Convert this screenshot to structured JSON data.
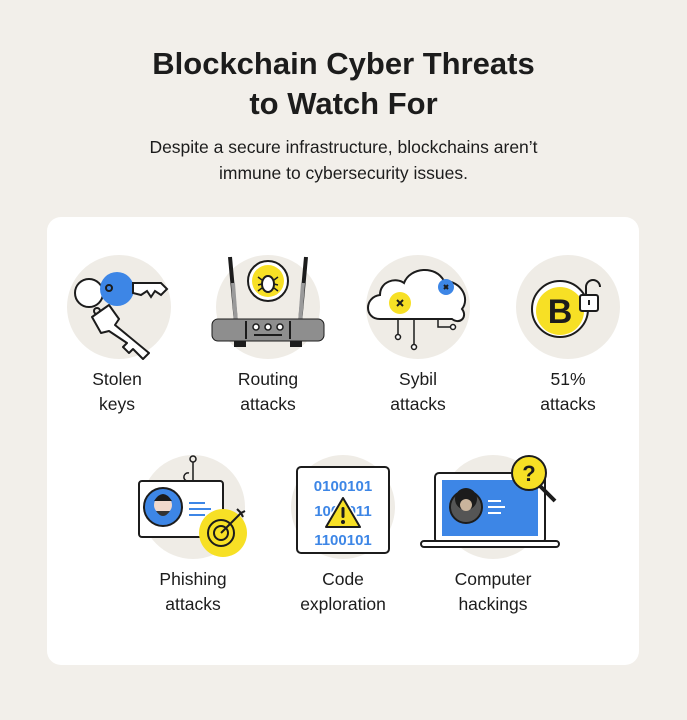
{
  "header": {
    "title_line1": "Blockchain Cyber Threats",
    "title_line2": "to Watch For",
    "subtitle_line1": "Despite a secure infrastructure, blockchains aren’t",
    "subtitle_line2": "immune to cybersecurity issues."
  },
  "colors": {
    "background": "#f2efea",
    "card": "#ffffff",
    "blue": "#3d86e6",
    "yellow": "#f7e025",
    "circle": "#efece6",
    "gray": "#8e8e8e"
  },
  "threats": [
    {
      "line1": "Stolen",
      "line2": "keys",
      "icon": "key-icon"
    },
    {
      "line1": "Routing",
      "line2": "attacks",
      "icon": "router-bug-icon"
    },
    {
      "line1": "Sybil",
      "line2": "attacks",
      "icon": "cloud-icon"
    },
    {
      "line1": "51%",
      "line2": "attacks",
      "icon": "bitcoin-lock-icon"
    },
    {
      "line1": "Phishing",
      "line2": "attacks",
      "icon": "phishing-id-icon"
    },
    {
      "line1": "Code",
      "line2": "exploration",
      "icon": "code-warning-icon"
    },
    {
      "line1": "Computer",
      "line2": "hackings",
      "icon": "laptop-search-icon"
    }
  ],
  "code_lines": [
    "0100101",
    "1001011",
    "1100101"
  ],
  "bitcoin_symbol": "B",
  "question_mark": "?"
}
